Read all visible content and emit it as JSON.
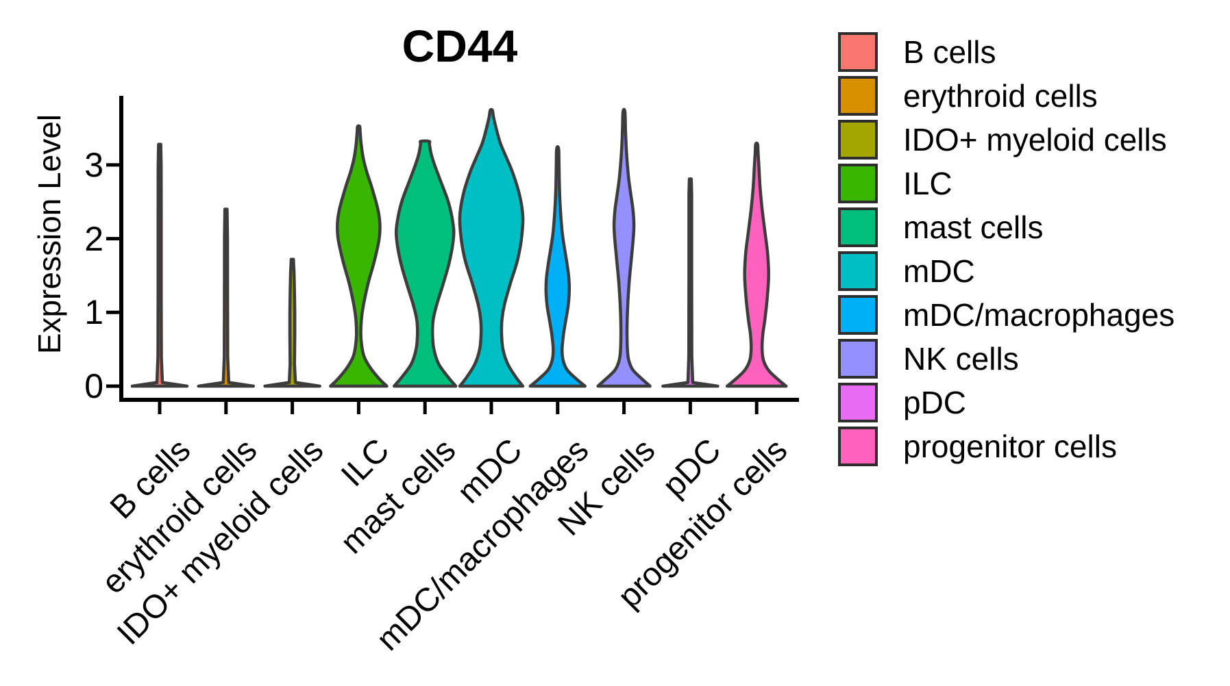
{
  "title": "CD44",
  "axes": {
    "y_label": "Expression Level",
    "y_ticks": [
      "0",
      "1",
      "2",
      "3"
    ]
  },
  "legend": {
    "items": [
      {
        "label": "B cells",
        "color": "#F8766D"
      },
      {
        "label": "erythroid cells",
        "color": "#D89000"
      },
      {
        "label": "IDO+ myeloid cells",
        "color": "#A3A500"
      },
      {
        "label": "ILC",
        "color": "#39B600"
      },
      {
        "label": "mast cells",
        "color": "#00BF7D"
      },
      {
        "label": "mDC",
        "color": "#00BFC4"
      },
      {
        "label": "mDC/macrophages",
        "color": "#00B0F6"
      },
      {
        "label": "NK cells",
        "color": "#9590FF"
      },
      {
        "label": "pDC",
        "color": "#E76BF3"
      },
      {
        "label": "progenitor cells",
        "color": "#FF62BC"
      }
    ]
  },
  "chart_data": {
    "type": "violin",
    "title": "CD44",
    "xlabel": "",
    "ylabel": "Expression Level",
    "ylim": [
      0,
      3.94
    ],
    "yticks": [
      0,
      1,
      2,
      3
    ],
    "grid": false,
    "legend_position": "right",
    "outline_color": "#3C3C3C",
    "axis_color": "#000000",
    "categories": [
      "B cells",
      "erythroid cells",
      "IDO+ myeloid cells",
      "ILC",
      "mast cells",
      "mDC",
      "mDC/macrophages",
      "NK cells",
      "pDC",
      "progenitor cells"
    ],
    "series": [
      {
        "name": "B cells",
        "color": "#F8766D",
        "max_expression": 3.28,
        "smooth": false,
        "profile": [
          [
            0,
            40
          ],
          [
            0.05,
            4
          ],
          [
            0.4,
            2.5
          ],
          [
            1.2,
            2.3
          ],
          [
            2.2,
            2.3
          ],
          [
            3.0,
            2.2
          ],
          [
            3.28,
            1.6
          ]
        ]
      },
      {
        "name": "erythroid cells",
        "color": "#D89000",
        "max_expression": 2.4,
        "smooth": false,
        "profile": [
          [
            0,
            40
          ],
          [
            0.05,
            4
          ],
          [
            0.4,
            2.5
          ],
          [
            1.2,
            2.3
          ],
          [
            2.0,
            2.2
          ],
          [
            2.4,
            1.6
          ]
        ]
      },
      {
        "name": "IDO+ myeloid cells",
        "color": "#A3A500",
        "max_expression": 1.72,
        "smooth": false,
        "profile": [
          [
            0,
            40
          ],
          [
            0.05,
            4.5
          ],
          [
            0.3,
            3.2
          ],
          [
            0.7,
            3.6
          ],
          [
            1.0,
            3.6
          ],
          [
            1.3,
            3.1
          ],
          [
            1.55,
            2.5
          ],
          [
            1.72,
            1.6
          ]
        ]
      },
      {
        "name": "ILC",
        "color": "#39B600",
        "max_expression": 3.52,
        "smooth": true,
        "profile": [
          [
            0,
            41
          ],
          [
            0.1,
            30
          ],
          [
            0.25,
            17
          ],
          [
            0.4,
            8
          ],
          [
            0.55,
            4.5
          ],
          [
            0.7,
            3.2
          ],
          [
            0.9,
            4
          ],
          [
            1.1,
            7
          ],
          [
            1.4,
            14
          ],
          [
            1.7,
            23
          ],
          [
            2.0,
            30
          ],
          [
            2.2,
            31
          ],
          [
            2.4,
            28
          ],
          [
            2.7,
            19
          ],
          [
            2.9,
            12
          ],
          [
            3.1,
            6.5
          ],
          [
            3.3,
            3.5
          ],
          [
            3.45,
            2.2
          ],
          [
            3.52,
            1.6
          ]
        ]
      },
      {
        "name": "mast cells",
        "color": "#00BF7D",
        "max_expression": 3.32,
        "smooth": true,
        "profile": [
          [
            0,
            45
          ],
          [
            0.12,
            34
          ],
          [
            0.3,
            20
          ],
          [
            0.5,
            13
          ],
          [
            0.7,
            11
          ],
          [
            0.9,
            12
          ],
          [
            1.1,
            17
          ],
          [
            1.4,
            27
          ],
          [
            1.7,
            36
          ],
          [
            2.0,
            41.5
          ],
          [
            2.2,
            41
          ],
          [
            2.5,
            34
          ],
          [
            2.8,
            22
          ],
          [
            3.0,
            14
          ],
          [
            3.15,
            9
          ],
          [
            3.28,
            6.5
          ],
          [
            3.32,
            6
          ]
        ]
      },
      {
        "name": "mDC",
        "color": "#00BFC4",
        "max_expression": 3.74,
        "smooth": true,
        "profile": [
          [
            0,
            46
          ],
          [
            0.12,
            36
          ],
          [
            0.3,
            24
          ],
          [
            0.5,
            17
          ],
          [
            0.7,
            15
          ],
          [
            0.9,
            15.5
          ],
          [
            1.1,
            19
          ],
          [
            1.4,
            28
          ],
          [
            1.7,
            38
          ],
          [
            2.0,
            44
          ],
          [
            2.3,
            46
          ],
          [
            2.6,
            41
          ],
          [
            2.9,
            31
          ],
          [
            3.1,
            22
          ],
          [
            3.3,
            13
          ],
          [
            3.5,
            7
          ],
          [
            3.65,
            3.2
          ],
          [
            3.74,
            1.6
          ]
        ]
      },
      {
        "name": "mDC/macrophages",
        "color": "#00B0F6",
        "max_expression": 3.22,
        "smooth": true,
        "profile": [
          [
            0,
            40
          ],
          [
            0.1,
            27
          ],
          [
            0.22,
            14
          ],
          [
            0.35,
            8
          ],
          [
            0.5,
            6.5
          ],
          [
            0.7,
            8.5
          ],
          [
            0.9,
            12
          ],
          [
            1.1,
            15.5
          ],
          [
            1.3,
            17
          ],
          [
            1.5,
            16
          ],
          [
            1.7,
            13
          ],
          [
            1.9,
            9.5
          ],
          [
            2.1,
            6.5
          ],
          [
            2.4,
            4
          ],
          [
            2.7,
            2.6
          ],
          [
            3.0,
            2
          ],
          [
            3.22,
            1.4
          ]
        ]
      },
      {
        "name": "NK cells",
        "color": "#9590FF",
        "max_expression": 3.72,
        "smooth": true,
        "profile": [
          [
            0,
            38
          ],
          [
            0.1,
            26
          ],
          [
            0.22,
            13
          ],
          [
            0.35,
            7
          ],
          [
            0.5,
            5
          ],
          [
            0.8,
            4.5
          ],
          [
            1.1,
            5.5
          ],
          [
            1.4,
            7.5
          ],
          [
            1.7,
            10.5
          ],
          [
            2.0,
            13.5
          ],
          [
            2.2,
            14.5
          ],
          [
            2.4,
            13
          ],
          [
            2.6,
            10
          ],
          [
            2.8,
            7
          ],
          [
            3.0,
            5
          ],
          [
            3.2,
            3.5
          ],
          [
            3.45,
            2.3
          ],
          [
            3.72,
            1.4
          ]
        ]
      },
      {
        "name": "pDC",
        "color": "#E76BF3",
        "max_expression": 2.81,
        "smooth": false,
        "profile": [
          [
            0,
            40
          ],
          [
            0.05,
            3.5
          ],
          [
            0.4,
            2.2
          ],
          [
            1.5,
            2
          ],
          [
            2.6,
            2
          ],
          [
            2.81,
            1.4
          ]
        ]
      },
      {
        "name": "progenitor cells",
        "color": "#FF62BC",
        "max_expression": 3.28,
        "smooth": true,
        "profile": [
          [
            0,
            43
          ],
          [
            0.1,
            30
          ],
          [
            0.22,
            17
          ],
          [
            0.35,
            10
          ],
          [
            0.5,
            8
          ],
          [
            0.7,
            9
          ],
          [
            0.9,
            12
          ],
          [
            1.2,
            15.5
          ],
          [
            1.5,
            17.5
          ],
          [
            1.8,
            16
          ],
          [
            2.1,
            12
          ],
          [
            2.4,
            8
          ],
          [
            2.7,
            5
          ],
          [
            3.0,
            3.2
          ],
          [
            3.15,
            2.2
          ],
          [
            3.28,
            1.4
          ]
        ]
      }
    ]
  }
}
